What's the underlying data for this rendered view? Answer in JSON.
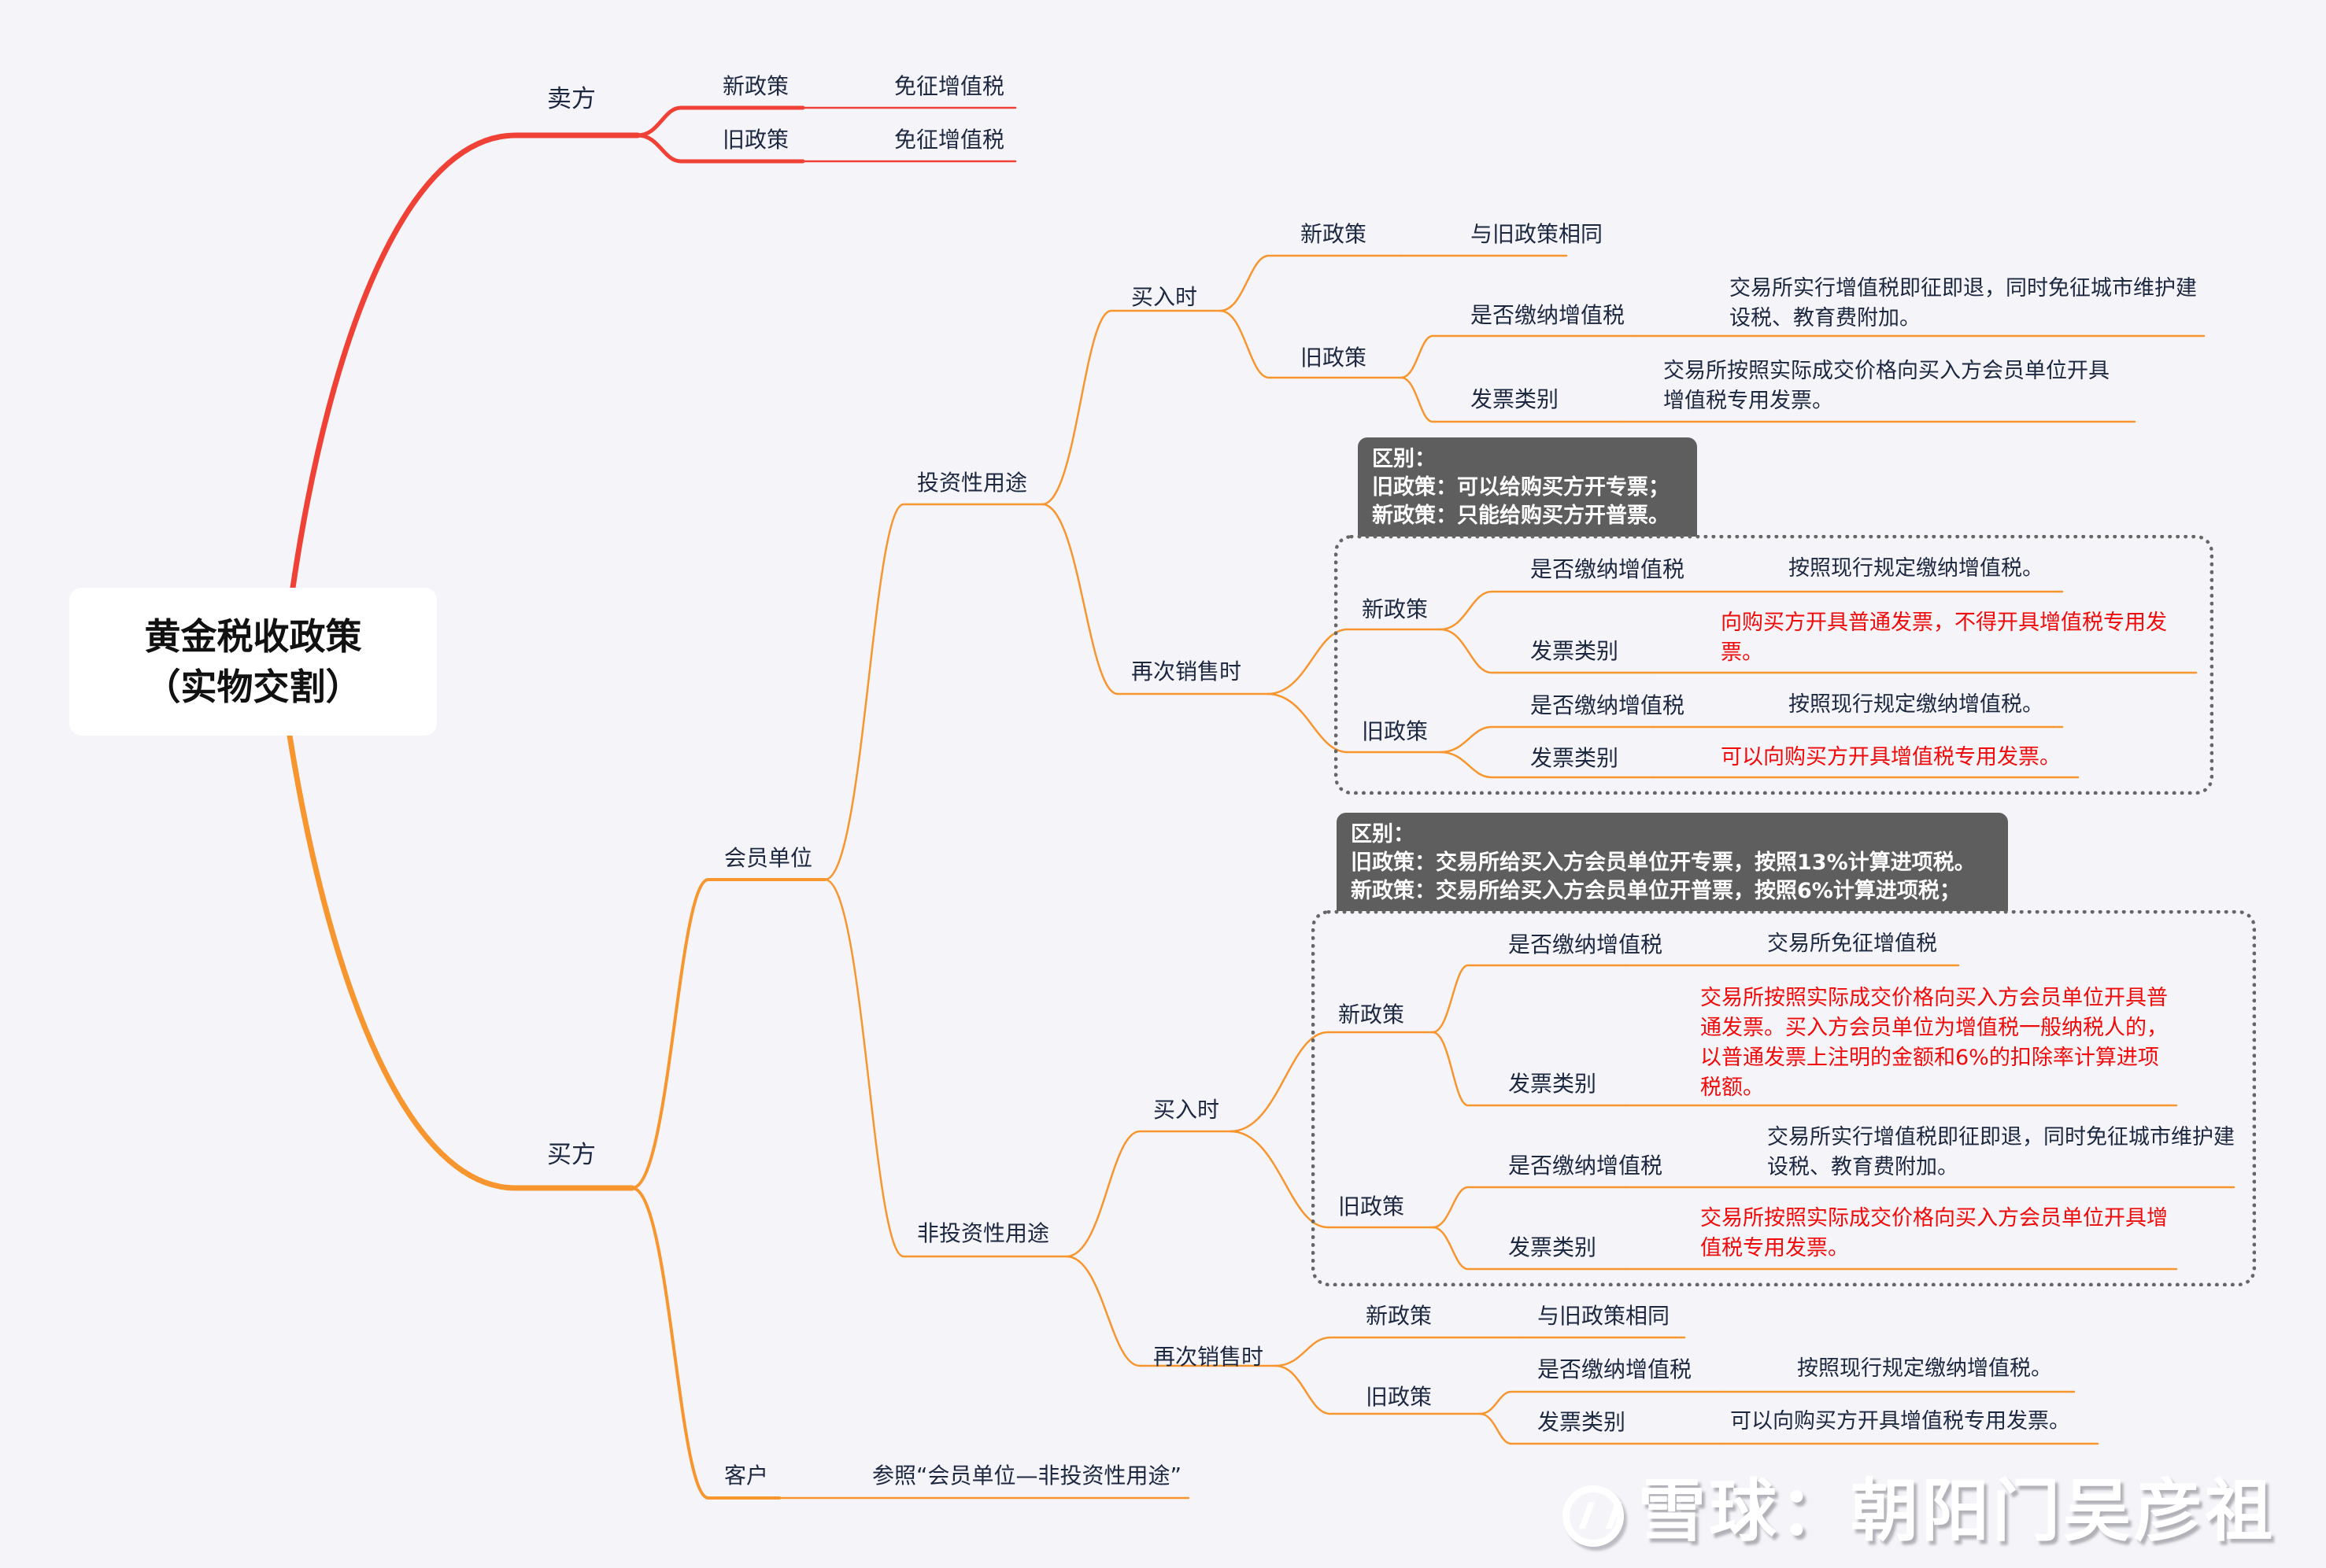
{
  "colors": {
    "seller_branch": "#ef4136",
    "buyer_branch": "#f7952f",
    "text": "#1c2740",
    "highlight_text": "#f00a0a",
    "callout_bg": "#5e5e5e",
    "background": "#f5f5f9"
  },
  "root": {
    "line1": "黄金税收政策",
    "line2": "（实物交割）"
  },
  "seller": {
    "label": "卖方",
    "new_policy": {
      "label": "新政策",
      "value": "免征增值税"
    },
    "old_policy": {
      "label": "旧政策",
      "value": "免征增值税"
    }
  },
  "buyer": {
    "label": "买方",
    "member": {
      "label": "会员单位",
      "investment": {
        "label": "投资性用途",
        "purchase": {
          "label": "买入时",
          "new_policy": {
            "label": "新政策",
            "value": "与旧政策相同"
          },
          "old_policy": {
            "label": "旧政策",
            "vat": {
              "label": "是否缴纳增值税",
              "value": "交易所实行增值税即征即退，同时免征城市维护建设税、教育费附加。"
            },
            "invoice": {
              "label": "发票类别",
              "value": "交易所按照实际成交价格向买入方会员单位开具增值税专用发票。"
            }
          }
        },
        "resale": {
          "label": "再次销售时",
          "callout": {
            "title": "区别：",
            "line1": "旧政策：可以给购买方开专票；",
            "line2": "新政策：只能给购买方开普票。"
          },
          "new_policy": {
            "label": "新政策",
            "vat": {
              "label": "是否缴纳增值税",
              "value": "按照现行规定缴纳增值税。"
            },
            "invoice": {
              "label": "发票类别",
              "value": "向购买方开具普通发票，不得开具增值税专用发票。"
            }
          },
          "old_policy": {
            "label": "旧政策",
            "vat": {
              "label": "是否缴纳增值税",
              "value": "按照现行规定缴纳增值税。"
            },
            "invoice": {
              "label": "发票类别",
              "value": "可以向购买方开具增值税专用发票。"
            }
          }
        }
      },
      "non_investment": {
        "label": "非投资性用途",
        "purchase": {
          "label": "买入时",
          "callout": {
            "title": "区别：",
            "line1": "旧政策：交易所给买入方会员单位开专票，按照13%计算进项税。",
            "line2": "新政策：交易所给买入方会员单位开普票，按照6%计算进项税；"
          },
          "new_policy": {
            "label": "新政策",
            "vat": {
              "label": "是否缴纳增值税",
              "value": "交易所免征增值税"
            },
            "invoice": {
              "label": "发票类别",
              "value": "交易所按照实际成交价格向买入方会员单位开具普通发票。买入方会员单位为增值税一般纳税人的，以普通发票上注明的金额和6%的扣除率计算进项税额。"
            }
          },
          "old_policy": {
            "label": "旧政策",
            "vat": {
              "label": "是否缴纳增值税",
              "value": "交易所实行增值税即征即退，同时免征城市维护建设税、教育费附加。"
            },
            "invoice": {
              "label": "发票类别",
              "value": "交易所按照实际成交价格向买入方会员单位开具增值税专用发票。"
            }
          }
        },
        "resale": {
          "label": "再次销售时",
          "new_policy": {
            "label": "新政策",
            "value": "与旧政策相同"
          },
          "old_policy": {
            "label": "旧政策",
            "vat": {
              "label": "是否缴纳增值税",
              "value": "按照现行规定缴纳增值税。"
            },
            "invoice": {
              "label": "发票类别",
              "value": "可以向购买方开具增值税专用发票。"
            }
          }
        }
      }
    },
    "customer": {
      "label": "客户",
      "value": "参照“会员单位—非投资性用途”"
    }
  },
  "watermark": {
    "logo_icon": "snowball-logo-icon",
    "text": "雪球：朝阳门吴彦祖"
  }
}
